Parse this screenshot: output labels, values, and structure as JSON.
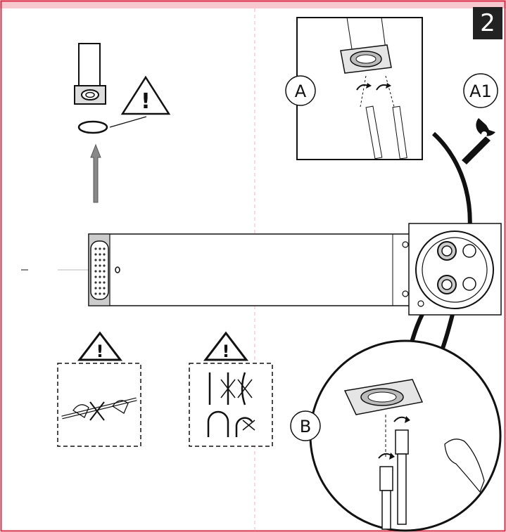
{
  "page": {
    "number": "2",
    "frame_color": "#d9304a",
    "guide_color": "#f2b7bf"
  },
  "callouts": {
    "a": "A",
    "a1": "A1",
    "b": "B"
  },
  "warnings": {
    "symbol": "!"
  }
}
